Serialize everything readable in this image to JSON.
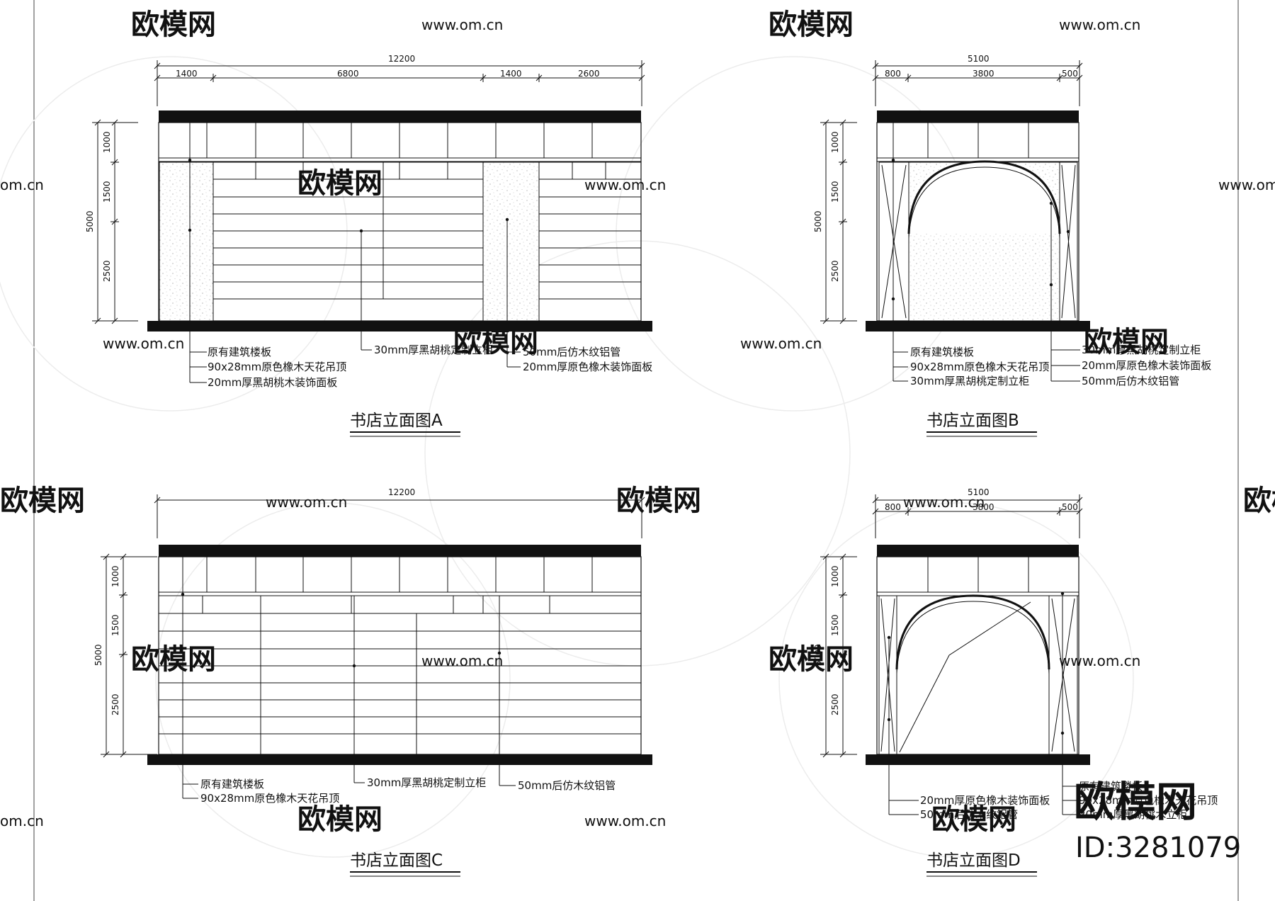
{
  "watermark": {
    "brand": "欧模网",
    "url": "www.om.cn",
    "url_short": "om.cn"
  },
  "corner": {
    "brand": "欧模网",
    "id": "ID:3281079"
  },
  "elevations": [
    {
      "key": "a",
      "title": "书店立面图A",
      "total_width": "12200",
      "segments": [
        "1400",
        "6800",
        "1400",
        "2600"
      ],
      "total_height": "5000",
      "height_segments": [
        "1000",
        "1500",
        "2500"
      ],
      "notes": [
        "原有建筑楼板",
        "90x28mm原色橡木天花吊顶",
        "20mm厚黑胡桃木装饰面板",
        "30mm厚黑胡桃定制立柜",
        "50mm后仿木纹铝管",
        "20mm厚原色橡木装饰面板"
      ]
    },
    {
      "key": "b",
      "title": "书店立面图B",
      "total_width": "5100",
      "segments": [
        "800",
        "3800",
        "500"
      ],
      "total_height": "5000",
      "height_segments": [
        "1000",
        "1500",
        "2500"
      ],
      "notes": [
        "原有建筑楼板",
        "90x28mm原色橡木天花吊顶",
        "30mm厚黑胡桃定制立柜",
        "30mm厚黑胡桃定制立柜",
        "20mm厚原色橡木装饰面板",
        "50mm后仿木纹铝管"
      ]
    },
    {
      "key": "c",
      "title": "书店立面图C",
      "total_width": "12200",
      "segments": [],
      "total_height": "5000",
      "height_segments": [
        "1000",
        "1500",
        "2500"
      ],
      "notes": [
        "原有建筑楼板",
        "90x28mm原色橡木天花吊顶",
        "30mm厚黑胡桃定制立柜",
        "50mm后仿木纹铝管"
      ]
    },
    {
      "key": "d",
      "title": "书店立面图D",
      "total_width": "5100",
      "segments": [
        "800",
        "3800",
        "500"
      ],
      "total_height": "5000",
      "height_segments": [
        "1000",
        "1500",
        "2500"
      ],
      "notes": [
        "20mm厚原色橡木装饰面板",
        "50mm后仿木纹铝管",
        "原有建筑楼板",
        "90x28mm原色橡木天花吊顶",
        "20mm厚黑胡桃木立柜"
      ]
    }
  ]
}
